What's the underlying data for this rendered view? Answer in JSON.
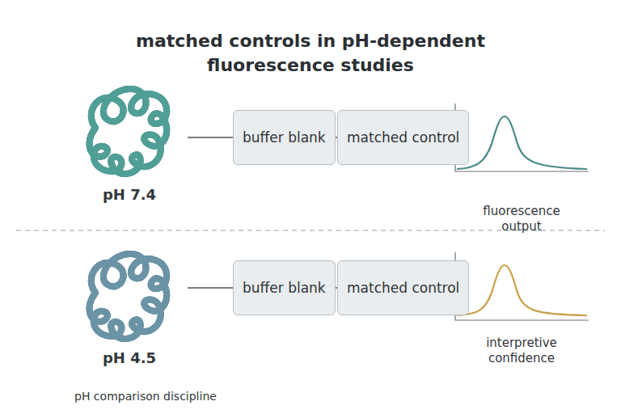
{
  "diagram": {
    "title": "matched controls in pH-dependent fluorescence studies",
    "nodes": [
      {
        "text": [
          "buffer blank"
        ]
      },
      {
        "text": [
          "matched control"
        ]
      },
      {
        "text": [
          "buffer blank"
        ]
      },
      {
        "text": [
          "matched control"
        ]
      }
    ],
    "edges": [
      {
        "from": 0,
        "to": 1,
        "arrow": "none"
      },
      {
        "from": 2,
        "to": 3,
        "arrow": "none"
      }
    ],
    "labels": [
      "pH 7.4",
      "fluorescence output",
      "pH 4.5",
      "interpretive confidence",
      "pH comparison discipline"
    ]
  }
}
